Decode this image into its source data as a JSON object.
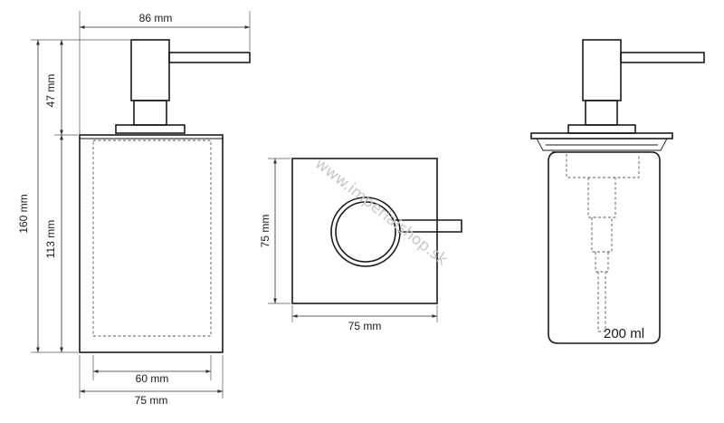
{
  "dimensions": {
    "front_width_total": "86 mm",
    "front_height_total": "160 mm",
    "front_height_pump": "47 mm",
    "front_height_body": "113 mm",
    "front_inner_width": "60 mm",
    "front_body_width": "75 mm",
    "top_width": "75 mm",
    "top_height": "75 mm"
  },
  "capacity_label": "200 ml",
  "watermark": "www.imperialshop.sk"
}
